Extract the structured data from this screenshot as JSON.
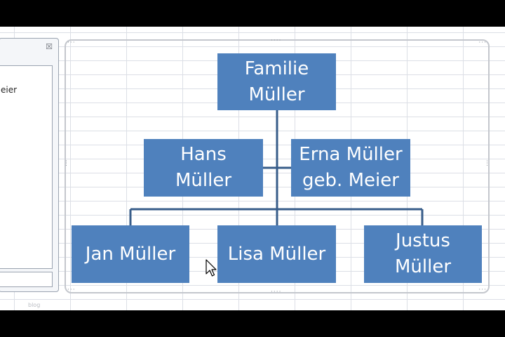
{
  "text_pane": {
    "close_icon": "close-icon",
    "entry_fragment": "eier",
    "status_fragment": "blog"
  },
  "colors": {
    "box_fill": "#4f81bd",
    "connector": "#385d8a",
    "frame": "#c4c7cd"
  },
  "org_chart": {
    "root": {
      "line1": "Familie",
      "line2": "Müller"
    },
    "assistant_left": {
      "line1": "Hans",
      "line2": "Müller"
    },
    "assistant_right": {
      "line1": "Erna Müller",
      "line2": "geb. Meier"
    },
    "children": [
      {
        "line1": "Jan Müller"
      },
      {
        "line1": "Lisa Müller"
      },
      {
        "line1": "Justus",
        "line2": "Müller"
      }
    ]
  },
  "cursor": "arrow-cursor-icon"
}
